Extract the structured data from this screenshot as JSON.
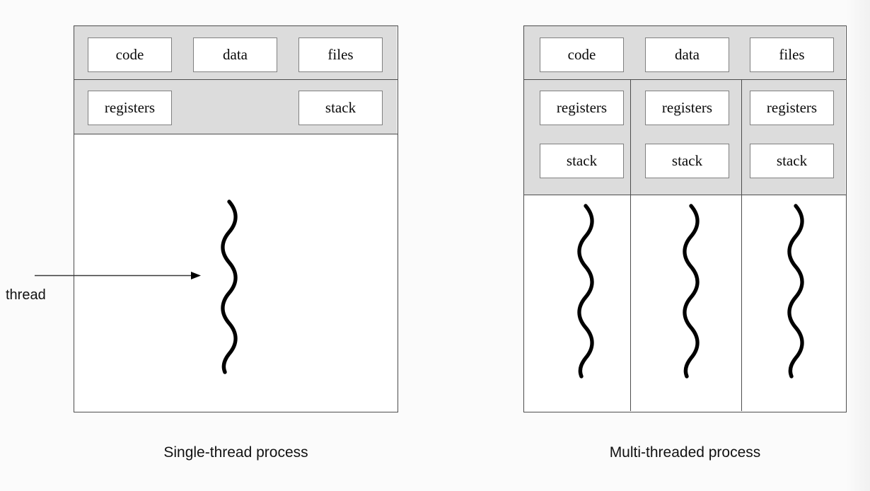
{
  "diagram": {
    "title_left": "Single-thread process",
    "title_right": "Multi-threaded process",
    "thread_pointer_label": "thread",
    "colors": {
      "page_background": "#fbfbfb",
      "shared_region_fill": "#dcdcdc",
      "container_border": "#4d4d4d",
      "cell_border": "#808080",
      "cell_fill": "#ffffff",
      "squiggle_stroke": "#000000",
      "arrow_stroke": "#3a3a3a"
    },
    "single_thread_process": {
      "shared_row_1": [
        {
          "label": "code"
        },
        {
          "label": "data"
        },
        {
          "label": "files"
        }
      ],
      "shared_row_2": [
        {
          "label": "registers"
        },
        {
          "label": "stack"
        }
      ],
      "threads": [
        {
          "name": "thread-1",
          "glyph": "squiggle"
        }
      ]
    },
    "multi_threaded_process": {
      "shared_row_1": [
        {
          "label": "code"
        },
        {
          "label": "data"
        },
        {
          "label": "files"
        }
      ],
      "thread_columns": [
        {
          "name": "thread-column-1",
          "registers_label": "registers",
          "stack_label": "stack",
          "glyph": "squiggle"
        },
        {
          "name": "thread-column-2",
          "registers_label": "registers",
          "stack_label": "stack",
          "glyph": "squiggle"
        },
        {
          "name": "thread-column-3",
          "registers_label": "registers",
          "stack_label": "stack",
          "glyph": "squiggle"
        }
      ]
    }
  }
}
